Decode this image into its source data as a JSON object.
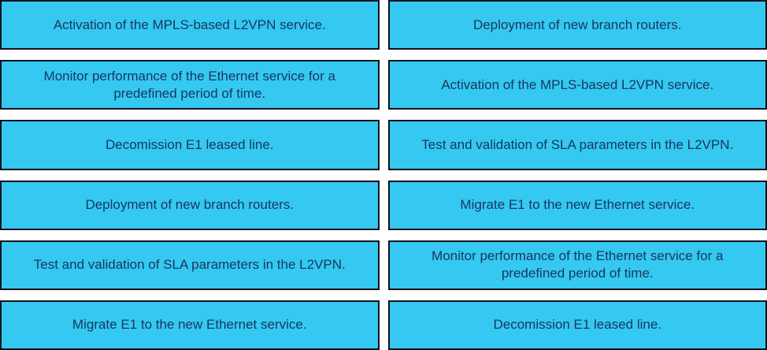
{
  "page": {
    "background": "#ffffff"
  },
  "card_style": {
    "fill": "#35c8f1",
    "border": "#0c121c",
    "text_color": "#17375e"
  },
  "columns": [
    {
      "name": "left",
      "items": [
        "Activation of the MPLS-based L2VPN service.",
        "Monitor performance of the Ethernet service for a predefined period of time.",
        "Decomission E1 leased line.",
        "Deployment of new branch routers.",
        "Test and validation of SLA parameters in the L2VPN.",
        "Migrate E1 to the new Ethernet service."
      ]
    },
    {
      "name": "right",
      "items": [
        "Deployment of new branch routers.",
        "Activation of the MPLS-based L2VPN service.",
        "Test and validation of SLA parameters in the L2VPN.",
        "Migrate E1 to the new Ethernet service.",
        "Monitor performance of the Ethernet service for a predefined period of time.",
        "Decomission E1 leased line."
      ]
    }
  ]
}
